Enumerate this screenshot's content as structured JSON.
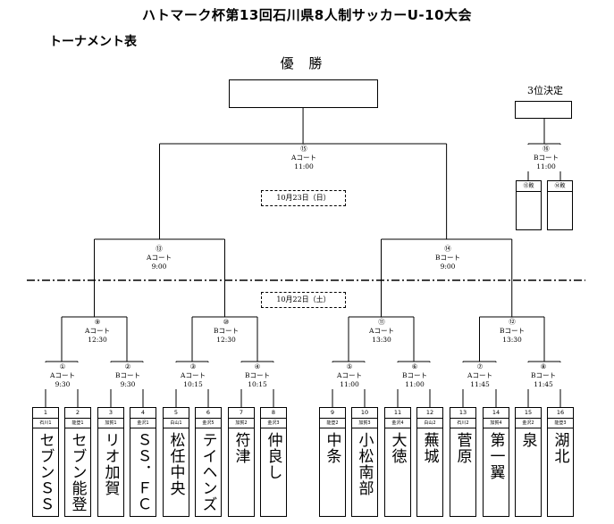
{
  "header": {
    "title": "ハトマーク杯第13回石川県8人制サッカーU-10大会",
    "subtitle": "トーナメント表"
  },
  "final": {
    "winner_label": "優 勝"
  },
  "third_place": {
    "label": "3位決定",
    "match": {
      "no": "⑯",
      "court": "Bコート",
      "time": "11:00"
    },
    "slots": [
      "⑬敗",
      "⑭敗"
    ]
  },
  "dates": {
    "day2": "10月23日（日）",
    "day1": "10月22日（土）"
  },
  "matches": {
    "final": {
      "no": "⑮",
      "court": "Aコート",
      "time": "11:00"
    },
    "semi1": {
      "no": "⑬",
      "court": "Aコート",
      "time": "9:00"
    },
    "semi2": {
      "no": "⑭",
      "court": "Bコート",
      "time": "9:00"
    },
    "qf1": {
      "no": "⑨",
      "court": "Aコート",
      "time": "12:30"
    },
    "qf2": {
      "no": "⑩",
      "court": "Bコート",
      "time": "12:30"
    },
    "qf3": {
      "no": "⑪",
      "court": "Aコート",
      "time": "13:30"
    },
    "qf4": {
      "no": "⑫",
      "court": "Bコート",
      "time": "13:30"
    },
    "r1_1": {
      "no": "①",
      "court": "Aコート",
      "time": "9:30"
    },
    "r1_2": {
      "no": "②",
      "court": "Bコート",
      "time": "9:30"
    },
    "r1_3": {
      "no": "③",
      "court": "Aコート",
      "time": "10:15"
    },
    "r1_4": {
      "no": "④",
      "court": "Bコート",
      "time": "10:15"
    },
    "r1_5": {
      "no": "⑤",
      "court": "Aコート",
      "time": "11:00"
    },
    "r1_6": {
      "no": "⑥",
      "court": "Bコート",
      "time": "11:00"
    },
    "r1_7": {
      "no": "⑦",
      "court": "Aコート",
      "time": "11:45"
    },
    "r1_8": {
      "no": "⑧",
      "court": "Bコート",
      "time": "11:45"
    }
  },
  "teams": [
    {
      "num": "1",
      "seed": "石川1",
      "name": "セブンＳＳ"
    },
    {
      "num": "2",
      "seed": "能登1",
      "name": "セブン能登"
    },
    {
      "num": "3",
      "seed": "加賀1",
      "name": "リオ加賀"
    },
    {
      "num": "4",
      "seed": "金沢1",
      "name": "ＳＳ．ＦＣ"
    },
    {
      "num": "5",
      "seed": "白山1",
      "name": "松任中央"
    },
    {
      "num": "6",
      "seed": "金沢5",
      "name": "テイヘンズ"
    },
    {
      "num": "7",
      "seed": "加賀2",
      "name": "符津"
    },
    {
      "num": "8",
      "seed": "金沢3",
      "name": "仲良し"
    },
    {
      "num": "9",
      "seed": "能登2",
      "name": "中条"
    },
    {
      "num": "10",
      "seed": "加賀3",
      "name": "小松南部"
    },
    {
      "num": "11",
      "seed": "金沢4",
      "name": "大徳"
    },
    {
      "num": "12",
      "seed": "白山2",
      "name": "蕪城"
    },
    {
      "num": "13",
      "seed": "石川2",
      "name": "菅原"
    },
    {
      "num": "14",
      "seed": "加賀4",
      "name": "第一翼"
    },
    {
      "num": "15",
      "seed": "金沢2",
      "name": "泉"
    },
    {
      "num": "16",
      "seed": "能登3",
      "name": "湖北"
    }
  ]
}
